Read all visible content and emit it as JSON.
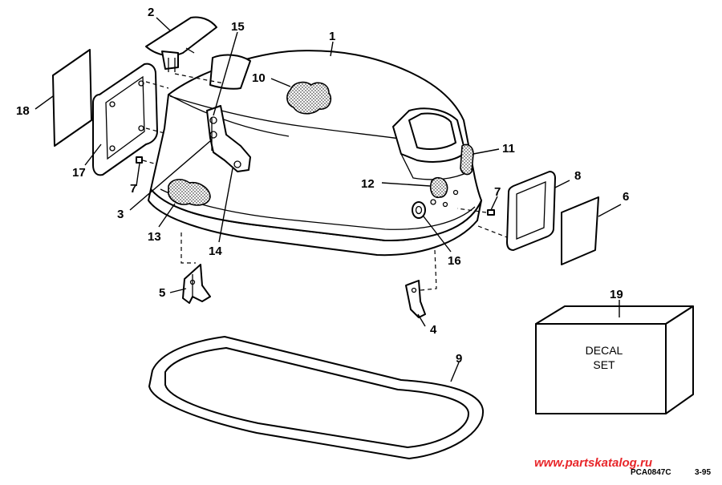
{
  "callouts": {
    "c1": "1",
    "c2": "2",
    "c3": "3",
    "c4": "4",
    "c5": "5",
    "c6": "6",
    "c7a": "7",
    "c7b": "7",
    "c8": "8",
    "c9": "9",
    "c10": "10",
    "c11": "11",
    "c12": "12",
    "c13": "13",
    "c14": "14",
    "c15": "15",
    "c16": "16",
    "c17": "17",
    "c18": "18",
    "c19": "19"
  },
  "decal": {
    "line1": "DECAL",
    "line2": "SET"
  },
  "footer": {
    "drawing_code": "PCA0847C",
    "date": "3-95"
  },
  "watermark": {
    "text": "www.partskatalog.ru"
  },
  "colors": {
    "ink": "#000000",
    "paper": "#ffffff",
    "watermark": "#e8262a"
  }
}
